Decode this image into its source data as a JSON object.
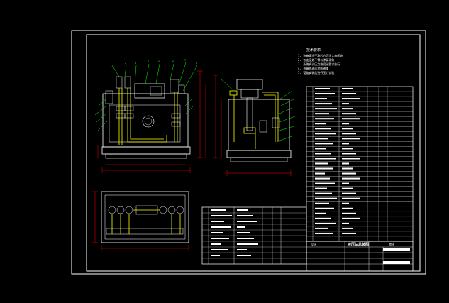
{
  "drawing": {
    "background": "#000000",
    "frame_color": "#ffffff",
    "outline_color": "#ffffff",
    "pipe_color": "#ffff00",
    "leader_color": "#00ff00",
    "dimension_color": "#ff0000",
    "tech_notes_title": "技术要求",
    "tech_notes": [
      "1. 油箱清洗干净后方可注入液压油",
      "2. 各连接处不得有渗漏现象",
      "3. 系统调试压力按设计要求执行",
      "4. 油箱外表面涂防锈漆",
      "5. 管路安装后进行压力试验"
    ],
    "parts_list_rows": 31,
    "title_block": {
      "label_left": "液压站总装图",
      "label_mid": "设计",
      "label_right": "审核"
    }
  }
}
